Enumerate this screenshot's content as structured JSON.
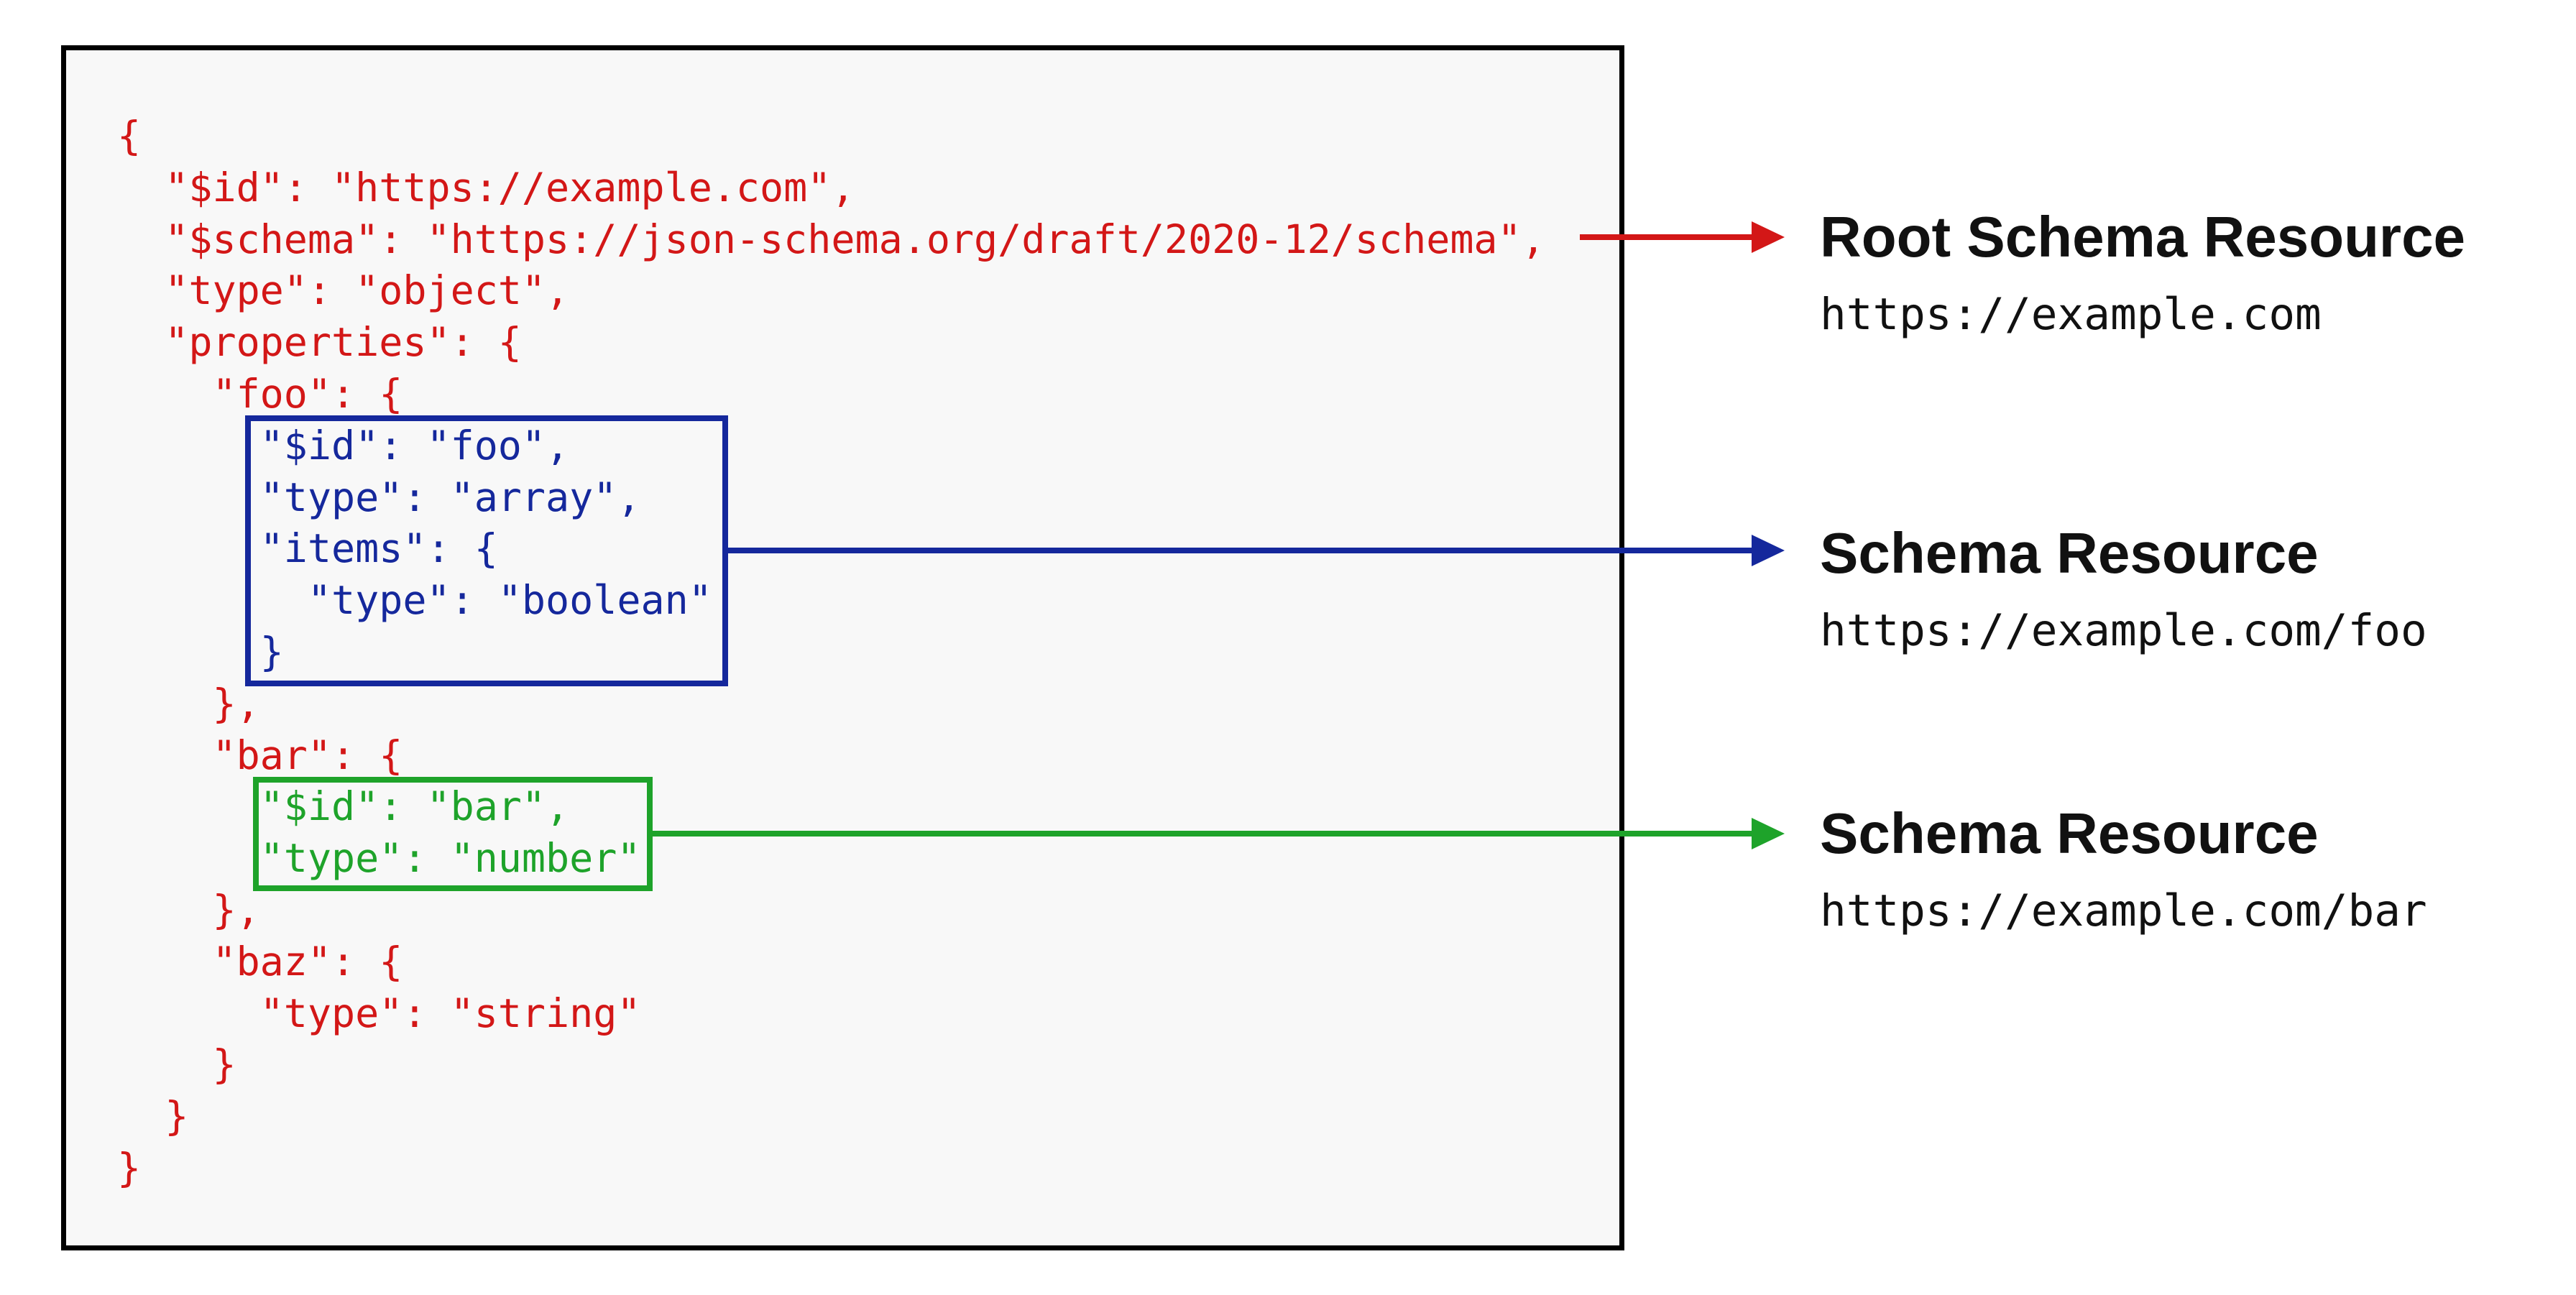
{
  "colors": {
    "red": "#d31717",
    "blue": "#15289c",
    "green": "#1ea32a",
    "box_bg": "#f8f8f8",
    "box_border": "#000000",
    "label_text": "#111111",
    "page_bg": "#ffffff"
  },
  "code": {
    "lines": [
      {
        "text": "{",
        "color": "red"
      },
      {
        "text": "  \"$id\": \"https://example.com\",",
        "color": "red"
      },
      {
        "text": "  \"$schema\": \"https://json-schema.org/draft/2020-12/schema\",",
        "color": "red"
      },
      {
        "text": "  \"type\": \"object\",",
        "color": "red"
      },
      {
        "text": "  \"properties\": {",
        "color": "red"
      },
      {
        "text": "    \"foo\": {",
        "color": "red"
      },
      {
        "text": "      \"$id\": \"foo\",",
        "color": "blue"
      },
      {
        "text": "      \"type\": \"array\",",
        "color": "blue"
      },
      {
        "text": "      \"items\": {",
        "color": "blue"
      },
      {
        "text": "        \"type\": \"boolean\"",
        "color": "blue"
      },
      {
        "text": "      }",
        "color": "blue"
      },
      {
        "text": "    },",
        "color": "red"
      },
      {
        "text": "    \"bar\": {",
        "color": "red"
      },
      {
        "text": "      \"$id\": \"bar\",",
        "color": "green"
      },
      {
        "text": "      \"type\": \"number\"",
        "color": "green"
      },
      {
        "text": "    },",
        "color": "red"
      },
      {
        "text": "    \"baz\": {",
        "color": "red"
      },
      {
        "text": "      \"type\": \"string\"",
        "color": "red"
      },
      {
        "text": "    }",
        "color": "red"
      },
      {
        "text": "  }",
        "color": "red"
      },
      {
        "text": "}",
        "color": "red"
      }
    ]
  },
  "annotations": [
    {
      "title": "Root Schema Resource",
      "url": "https://example.com"
    },
    {
      "title": "Schema Resource",
      "url": "https://example.com/foo"
    },
    {
      "title": "Schema Resource",
      "url": "https://example.com/bar"
    }
  ]
}
